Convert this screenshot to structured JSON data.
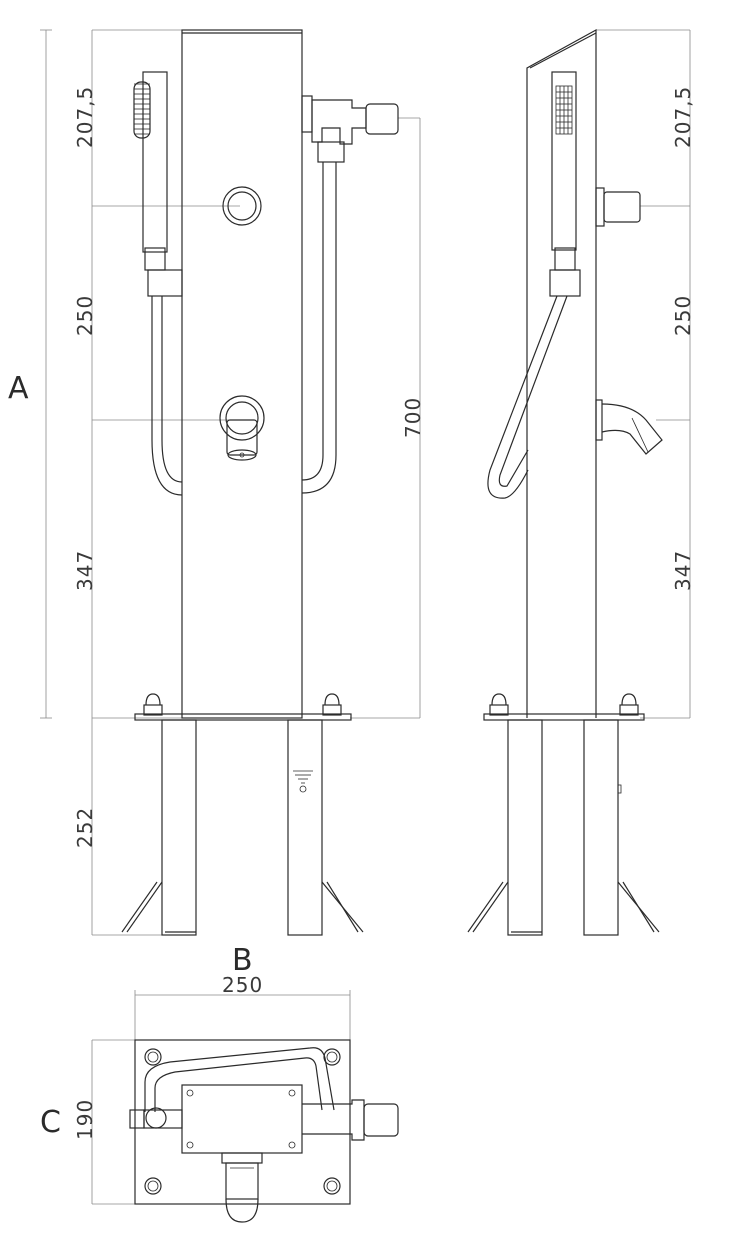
{
  "view_labels": {
    "a": "A",
    "b": "B",
    "c": "C"
  },
  "front_view": {
    "dim_top": "207,5",
    "dim_middle": "250",
    "dim_lower": "347",
    "dim_ground": "252",
    "dim_overall": "700"
  },
  "side_view": {
    "dim_top": "207,5",
    "dim_middle": "250",
    "dim_lower": "347"
  },
  "plan_view": {
    "dim_width": "250",
    "dim_depth": "190"
  }
}
